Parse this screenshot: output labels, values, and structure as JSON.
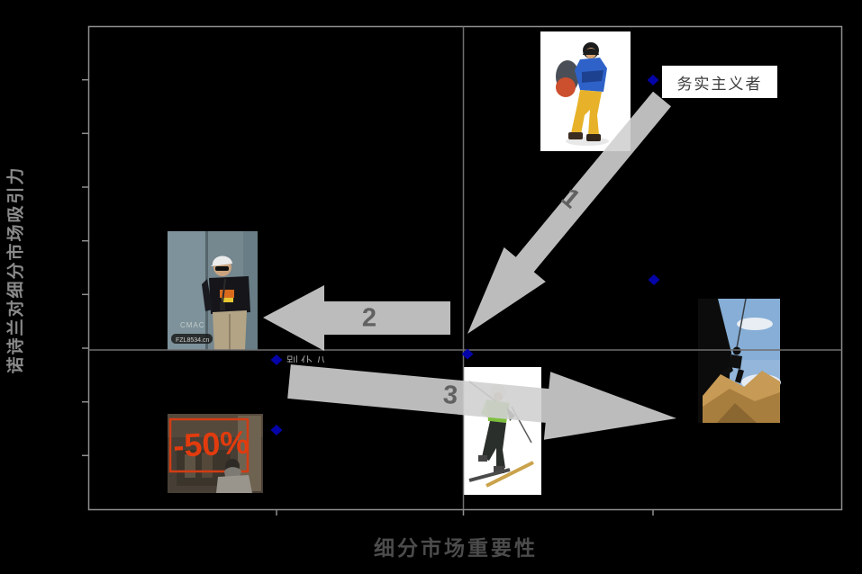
{
  "chart_data": {
    "type": "scatter",
    "title": "",
    "xlabel": "细分市场重要性",
    "ylabel": "诺诗兰对细分市场吸引力",
    "xlim": [
      0,
      4
    ],
    "ylim": [
      0,
      9
    ],
    "x_tick_step": 1,
    "y_tick_step": 1,
    "tick_value_labels_shown": false,
    "grid": "quadrant-dividers",
    "quadrant_divider": {
      "x": 2,
      "y": 3
    },
    "legend_position": "none",
    "marker_style": {
      "shape": "diamond",
      "color": "#0404a8"
    },
    "points": [
      {
        "x": 3.0,
        "y": 8.0,
        "label": "务实主义者"
      },
      {
        "x": 3.0,
        "y": 4.3,
        "label": ""
      },
      {
        "x": 2.0,
        "y": 2.9,
        "label": ""
      },
      {
        "x": 1.0,
        "y": 2.8,
        "label": "(partially obscured by arrow)"
      },
      {
        "x": 1.0,
        "y": 1.5,
        "label": ""
      }
    ],
    "arrows": [
      {
        "label": "1",
        "from_xy": [
          3.05,
          7.65
        ],
        "to_xy": [
          2.01,
          3.27
        ],
        "direction": "down-left"
      },
      {
        "label": "2",
        "from_xy": [
          1.92,
          3.54
        ],
        "to_xy": [
          0.93,
          3.57
        ],
        "direction": "left"
      },
      {
        "label": "3",
        "from_xy": [
          1.07,
          2.38
        ],
        "to_xy": [
          3.12,
          1.69
        ],
        "direction": "right-down"
      }
    ],
    "images": [
      {
        "name": "hiker-outdoor-apparel-photo",
        "position": "top-right-quadrant"
      },
      {
        "name": "street-fashion-photo",
        "position": "left-center"
      },
      {
        "name": "discount-sale-photo",
        "position": "bottom-left-quadrant"
      },
      {
        "name": "skier-photo",
        "position": "bottom-center"
      },
      {
        "name": "rock-climber-photo",
        "position": "right-center"
      }
    ]
  },
  "labels": {
    "y_axis_title": "诺诗兰对细分市场吸引力",
    "x_axis_title": "细分市场重要性",
    "segment_callout": "务实主义者",
    "arrow_1": "1",
    "arrow_2": "2",
    "arrow_3": "3",
    "obscured_fragment": "别仆八"
  },
  "embedded_image_text": {
    "street_photo_door_text": "CMAC",
    "street_photo_watermark": "FZL8534.cn",
    "sale_sign_text": "-50%"
  },
  "colors": {
    "background": "#000000",
    "frame": "#8f8f8f",
    "divider": "#6e6e6e",
    "arrow_fill": "#d0d0d0",
    "arrow_number": "#616161",
    "marker": "#0404a8",
    "callout_bg": "#ffffff",
    "callout_text": "#3d3d3d",
    "sale_red": "#e23b0e"
  }
}
